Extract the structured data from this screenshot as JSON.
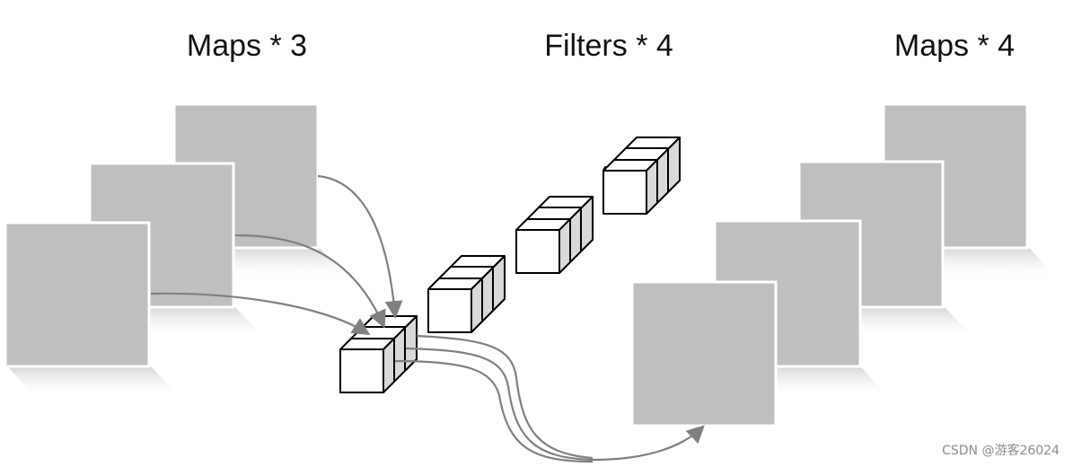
{
  "labels": {
    "input_maps": "Maps * 3",
    "filters": "Filters * 4",
    "output_maps": "Maps * 4"
  },
  "watermark": "CSDN @游客26024",
  "diagram": {
    "input_map_count": 3,
    "filter_count": 4,
    "output_map_count": 4
  },
  "colors": {
    "map_fill": "#bfbfbf",
    "map_border": "#ffffff",
    "cube_face": "#ffffff",
    "cube_side": "#d9d9d9",
    "cube_stroke": "#000000",
    "arrow": "#808080",
    "shadow": "#d6d6d6",
    "text": "#111111"
  }
}
